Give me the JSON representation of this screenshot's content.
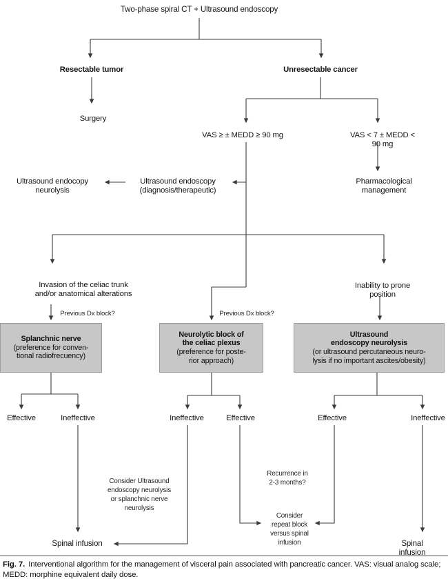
{
  "root": {
    "label": "Two-phase spiral CT + Ultrasound endoscopy"
  },
  "branch_top": {
    "resectable": "Resectable tumor",
    "surgery": "Surgery",
    "unresectable": "Unresectable cancer"
  },
  "vas": {
    "high": "VAS ≥ ± MEDD ≥ 90 mg",
    "low": "VAS < 7 ± MEDD < 90 mg",
    "pharmacological": "Pharmacological\nmanagement",
    "us_endoscopy": "Ultrasound endoscopy\n(diagnosis/therapeutic)",
    "us_neurolysis": "Ultrasound endocopy\nneurolysis"
  },
  "criteria": {
    "invasion": "Invasion of the celiac trunk\nand/or anatomical alterations",
    "inability": "Inability to prone position",
    "previous_dx_left": "Previous Dx block?",
    "previous_dx_mid": "Previous Dx block?"
  },
  "boxes": {
    "splanchnic": {
      "title": "Splanchnic nerve",
      "body": "(preference for conven-\ntional radiofrecuency)"
    },
    "neurolytic": {
      "title": "Neurolytic block of\nthe celiac plexus",
      "body": "(preference for poste-\nrior approach)"
    },
    "ultrasound": {
      "title": "Ultrasound\nendoscopy neurolysis",
      "body": "(or ultrasound percutaneous neuro-\nlysis if no important ascites/obesity)"
    }
  },
  "outcomes": {
    "left_effective": "Effective",
    "left_ineffective": "Ineffective",
    "mid_ineffective": "Ineffective",
    "mid_effective": "Effective",
    "right_effective": "Effective",
    "right_ineffective": "Ineffective"
  },
  "annotations": {
    "consider_us": "Consider Ultrasound\nendoscopy neurolysis\nor splanchnic nerve\nneurolysis",
    "recurrence": "Recurrence in\n2-3 months?",
    "consider_repeat": "Consider\nrepeat block\nversus spinal\ninfusion"
  },
  "terminals": {
    "spinal_left": "Spinal infusion",
    "spinal_right": "Spinal infusion"
  },
  "caption": {
    "label": "Fig. 7.",
    "text": "Interventional algorithm for the management of visceral pain associated with pancreatic cancer. VAS: visual analog scale; MEDD: morphine equivalent daily dose."
  },
  "colors": {
    "box_fill": "#c7c7c7",
    "box_border": "#9c9c9c",
    "line": "#3b3b3b"
  }
}
